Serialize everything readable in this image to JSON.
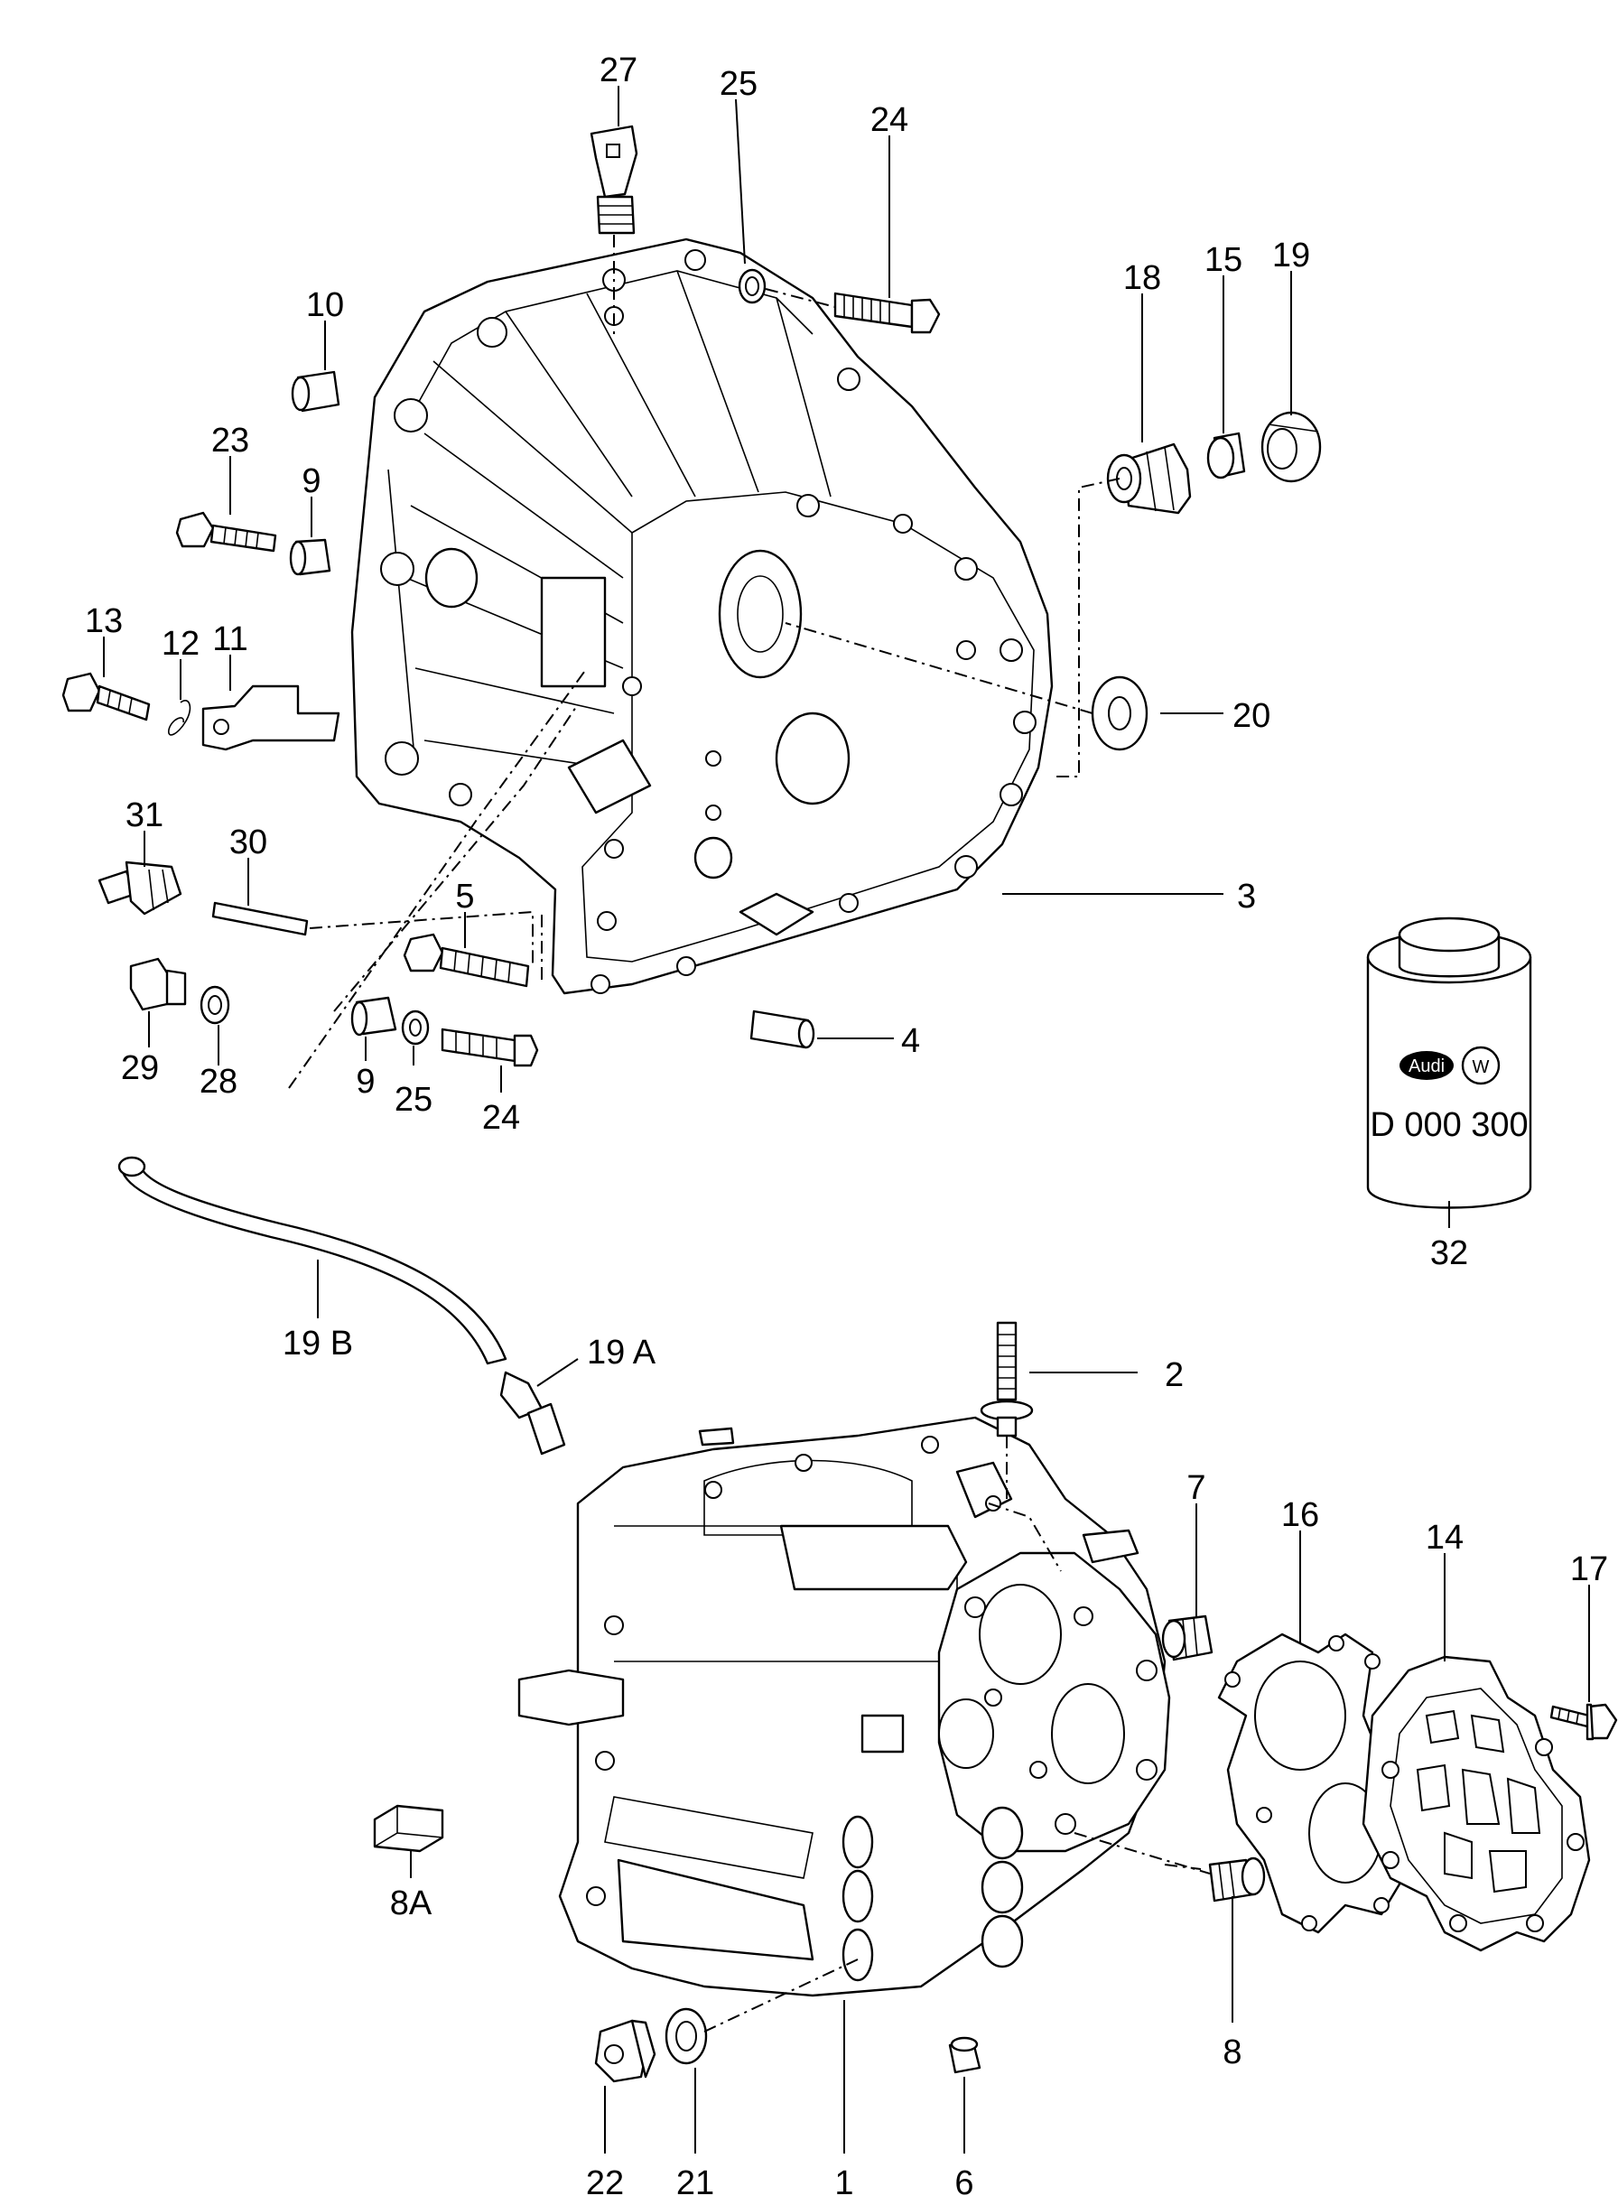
{
  "callouts": {
    "c27": "27",
    "c25a": "25",
    "c24a": "24",
    "c10": "10",
    "c23": "23",
    "c9a": "9",
    "c18": "18",
    "c15": "15",
    "c19": "19",
    "c13": "13",
    "c12": "12",
    "c11": "11",
    "c20": "20",
    "c31": "31",
    "c30": "30",
    "c5": "5",
    "c3": "3",
    "c29": "29",
    "c28": "28",
    "c9b": "9",
    "c25b": "25",
    "c24b": "24",
    "c4": "4",
    "c32": "32",
    "c19b": "19 B",
    "c19a": "19 A",
    "c2": "2",
    "c7": "7",
    "c16": "16",
    "c14": "14",
    "c17": "17",
    "c8a": "8A",
    "c8": "8",
    "c22": "22",
    "c21": "21",
    "c1": "1",
    "c6": "6"
  },
  "fluid_can": {
    "brand_left": "Audi",
    "part_number": "D 000 300"
  }
}
